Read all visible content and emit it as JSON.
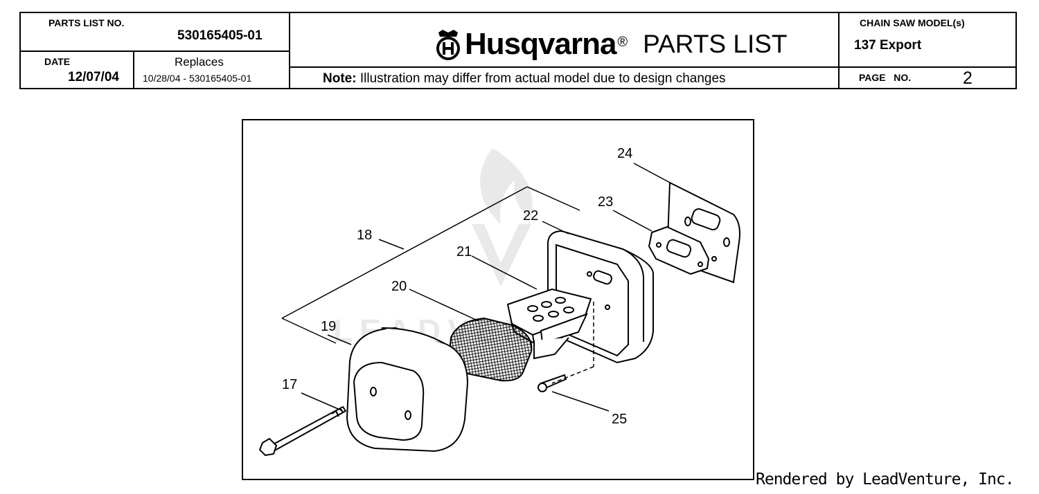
{
  "header": {
    "parts_list_no_label": "PARTS LIST NO.",
    "parts_list_no": "530165405-01",
    "date_label": "DATE",
    "date": "12/07/04",
    "replaces_label": "Replaces",
    "replaces": "10/28/04 - 530165405-01",
    "brand": "Husqvarna",
    "brand_reg": "®",
    "title": "PARTS LIST",
    "note_label": "Note:",
    "note_text": " Illustration may differ from actual model due to design changes",
    "model_label": "CHAIN SAW MODEL(s)",
    "model": "137 Export",
    "page_label": "PAGE   NO.",
    "page": "2"
  },
  "diagram": {
    "callouts": [
      "17",
      "18",
      "19",
      "20",
      "21",
      "22",
      "23",
      "24",
      "25"
    ],
    "watermark_text": "LEADVENTURE"
  },
  "footer": "Rendered by LeadVenture, Inc."
}
